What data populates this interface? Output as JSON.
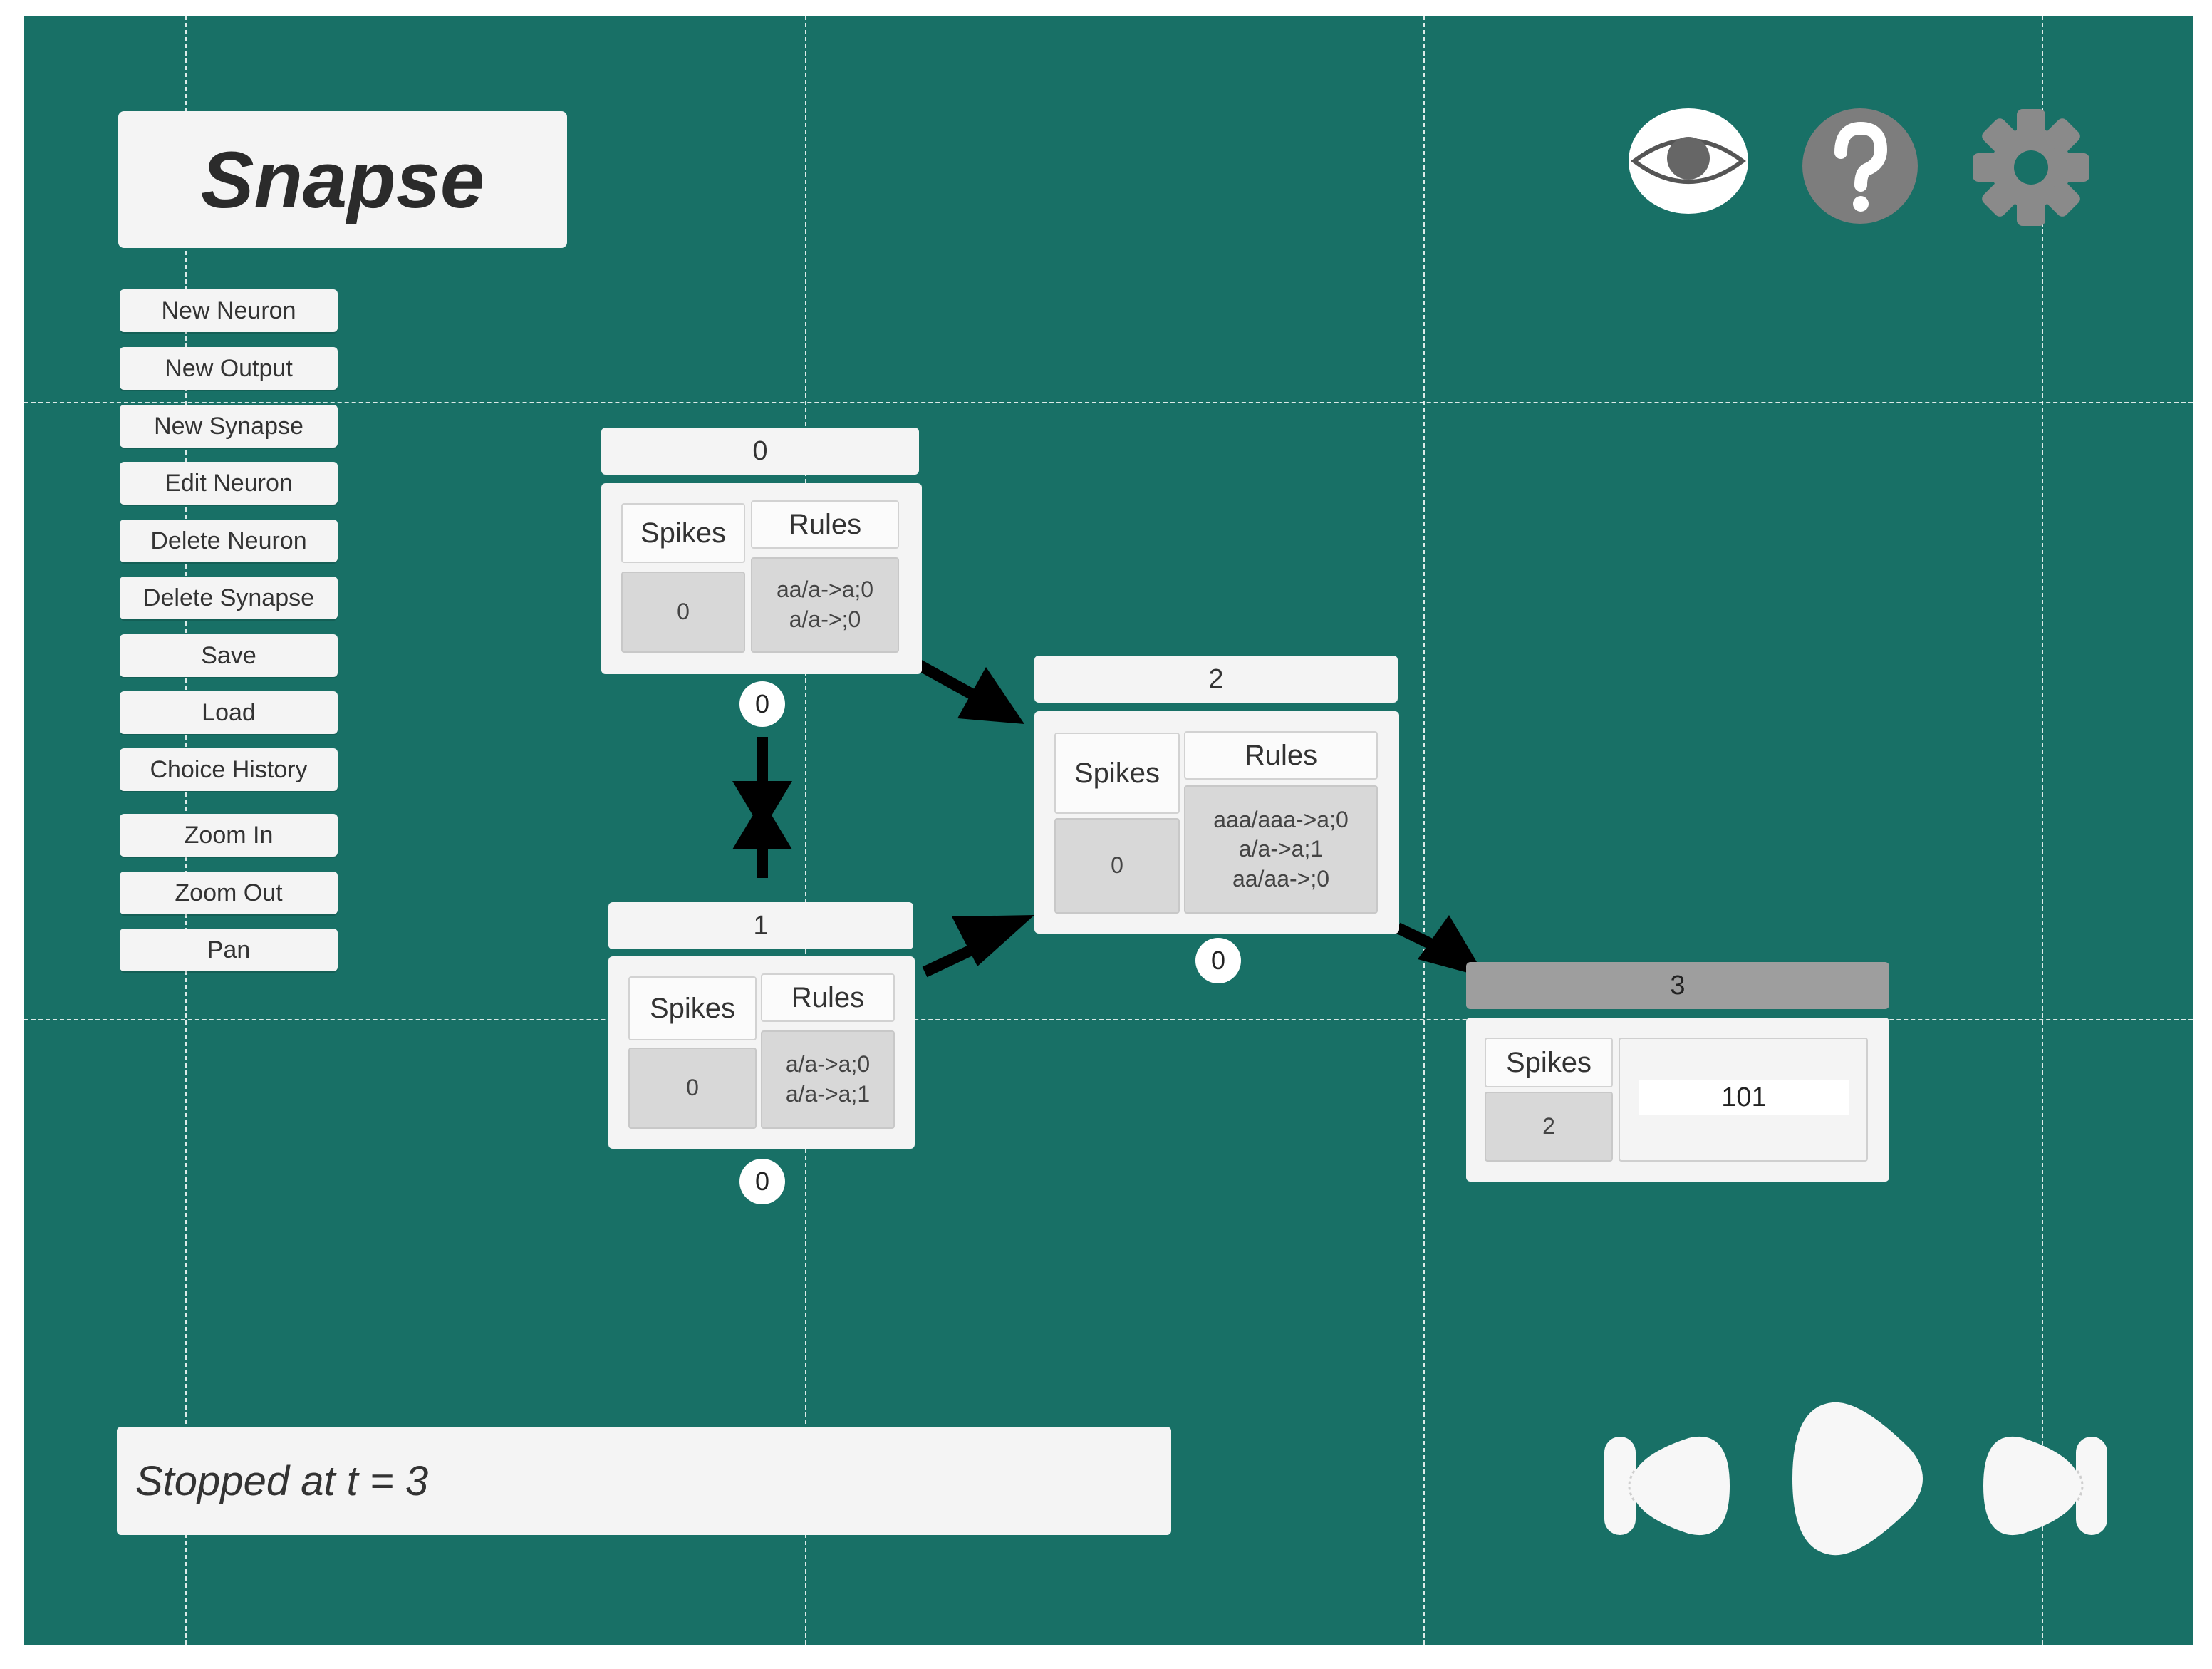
{
  "app": {
    "title": "Snapse"
  },
  "menu": {
    "items": [
      {
        "id": "new-neuron",
        "label": "New Neuron"
      },
      {
        "id": "new-output",
        "label": "New Output"
      },
      {
        "id": "new-synapse",
        "label": "New Synapse"
      },
      {
        "id": "edit-neuron",
        "label": "Edit Neuron"
      },
      {
        "id": "delete-neuron",
        "label": "Delete Neuron"
      },
      {
        "id": "delete-synapse",
        "label": "Delete Synapse"
      },
      {
        "id": "save",
        "label": "Save"
      },
      {
        "id": "load",
        "label": "Load"
      },
      {
        "id": "choice-history",
        "label": "Choice History"
      },
      {
        "id": "zoom-in",
        "label": "Zoom In"
      },
      {
        "id": "zoom-out",
        "label": "Zoom Out"
      },
      {
        "id": "pan",
        "label": "Pan"
      }
    ]
  },
  "top_icons": [
    "eye-icon",
    "help-icon",
    "gear-icon"
  ],
  "neurons": {
    "n0": {
      "title": "0",
      "spikes_header": "Spikes",
      "rules_header": "Rules",
      "spikes": "0",
      "rules": [
        "aa/a->a;0",
        "a/a->;0"
      ],
      "badge": "0"
    },
    "n1": {
      "title": "1",
      "spikes_header": "Spikes",
      "rules_header": "Rules",
      "spikes": "0",
      "rules": [
        "a/a->a;0",
        "a/a->a;1"
      ],
      "badge": "0"
    },
    "n2": {
      "title": "2",
      "spikes_header": "Spikes",
      "rules_header": "Rules",
      "spikes": "0",
      "rules": [
        "aaa/aaa->a;0",
        "a/a->a;1",
        "aa/aa->;0"
      ],
      "badge": "0"
    },
    "n3": {
      "title": "3",
      "spikes_header": "Spikes",
      "spikes": "2",
      "output": "101"
    }
  },
  "status": {
    "text": "Stopped at t = 3"
  },
  "playback": [
    "step-back-icon",
    "play-icon",
    "step-forward-icon"
  ],
  "colors": {
    "canvas": "#187066",
    "panel": "#f4f4f4",
    "output_title": "#9e9e9e"
  }
}
